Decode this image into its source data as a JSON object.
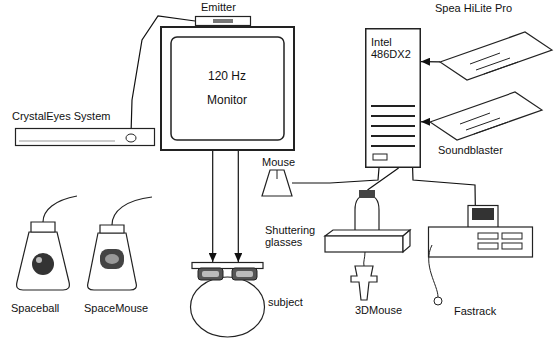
{
  "diagram": {
    "nodes": [
      {
        "text": [
          "Emitter"
        ]
      },
      {
        "text": [
          "120 Hz Monitor"
        ]
      },
      {
        "text": [
          "CrystalEyes System"
        ]
      },
      {
        "text": [
          "Intel 486DX2"
        ]
      },
      {
        "text": [
          "Spea HiLite Pro"
        ]
      },
      {
        "text": [
          "Soundblaster"
        ]
      },
      {
        "text": [
          "Mouse"
        ]
      },
      {
        "text": [
          "Spaceball"
        ]
      },
      {
        "text": [
          "SpaceMouse"
        ]
      },
      {
        "text": [
          "Shuttering glasses",
          "subject"
        ]
      },
      {
        "text": [
          "3DMouse"
        ]
      },
      {
        "text": [
          "Fastrack"
        ]
      }
    ],
    "edges": [
      {
        "from": 0,
        "to": 2,
        "arrow": "none"
      },
      {
        "from": 4,
        "to": 3,
        "arrow": "to"
      },
      {
        "from": 5,
        "to": 3,
        "arrow": "to"
      },
      {
        "from": 6,
        "to": 3,
        "arrow": "none"
      },
      {
        "from": 10,
        "to": 3,
        "arrow": "none"
      },
      {
        "from": 11,
        "to": 3,
        "arrow": "none"
      },
      {
        "from": 1,
        "to": 9,
        "arrow": "to"
      },
      {
        "from": 1,
        "to": 9,
        "arrow": "to"
      }
    ]
  }
}
